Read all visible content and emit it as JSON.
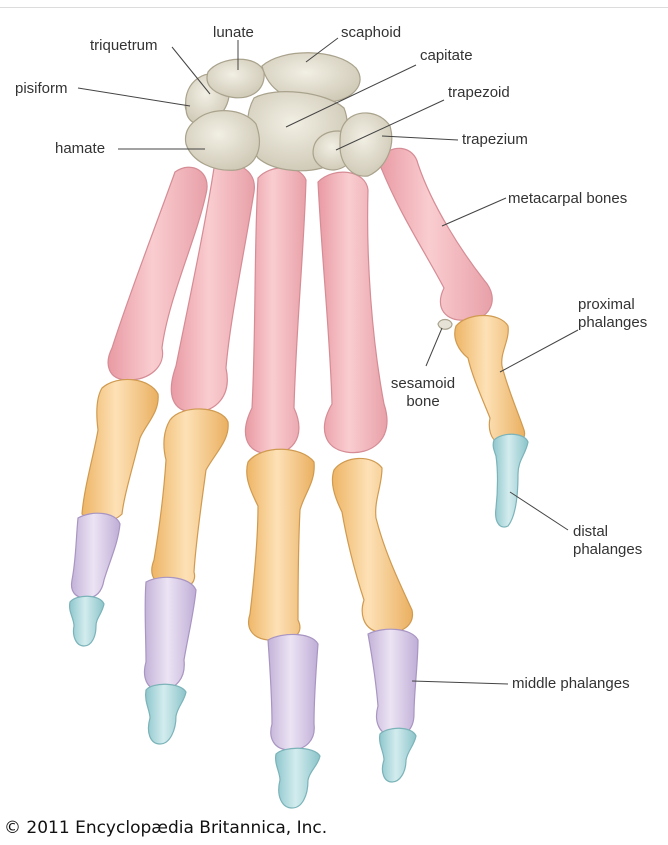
{
  "labels": {
    "lunate": "lunate",
    "scaphoid": "scaphoid",
    "triquetrum": "triquetrum",
    "capitate": "capitate",
    "pisiform": "pisiform",
    "trapezoid": "trapezoid",
    "hamate": "hamate",
    "trapezium": "trapezium",
    "metacarpal_bones": "metacarpal bones",
    "proximal_phalanges_1": "proximal",
    "proximal_phalanges_2": "phalanges",
    "sesamoid_bone_1": "sesamoid",
    "sesamoid_bone_2": "bone",
    "distal_phalanges_1": "distal",
    "distal_phalanges_2": "phalanges",
    "middle_phalanges": "middle phalanges"
  },
  "credit": "© 2011 Encyclopædia Britannica, Inc.",
  "colors": {
    "carpal": "#ddd8c8",
    "metacarpal": "#f2b8bd",
    "proximal": "#f6cf94",
    "middle": "#d9cde6",
    "distal": "#b3dade",
    "leader": "#444444"
  }
}
